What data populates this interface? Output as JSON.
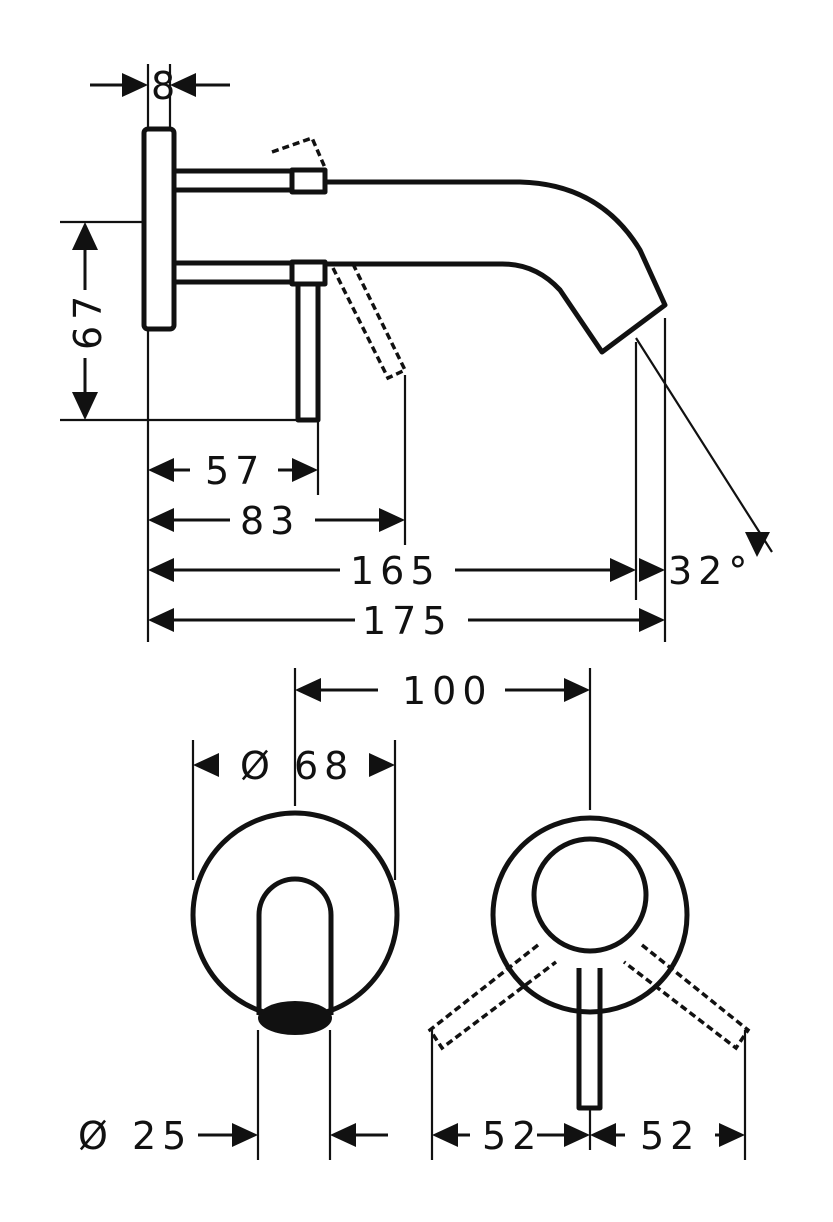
{
  "drawing": {
    "side_view": {
      "plate_depth": "8",
      "height": "67",
      "lever_offset": "57",
      "lever_reach": "83",
      "spout_length": "165",
      "total_length": "175",
      "spout_angle": "32°"
    },
    "front_view": {
      "center_distance": "100",
      "plate_diameter": "Ø 68",
      "spout_diameter": "Ø 25",
      "lever_swing_left": "52",
      "lever_swing_right": "52"
    }
  }
}
